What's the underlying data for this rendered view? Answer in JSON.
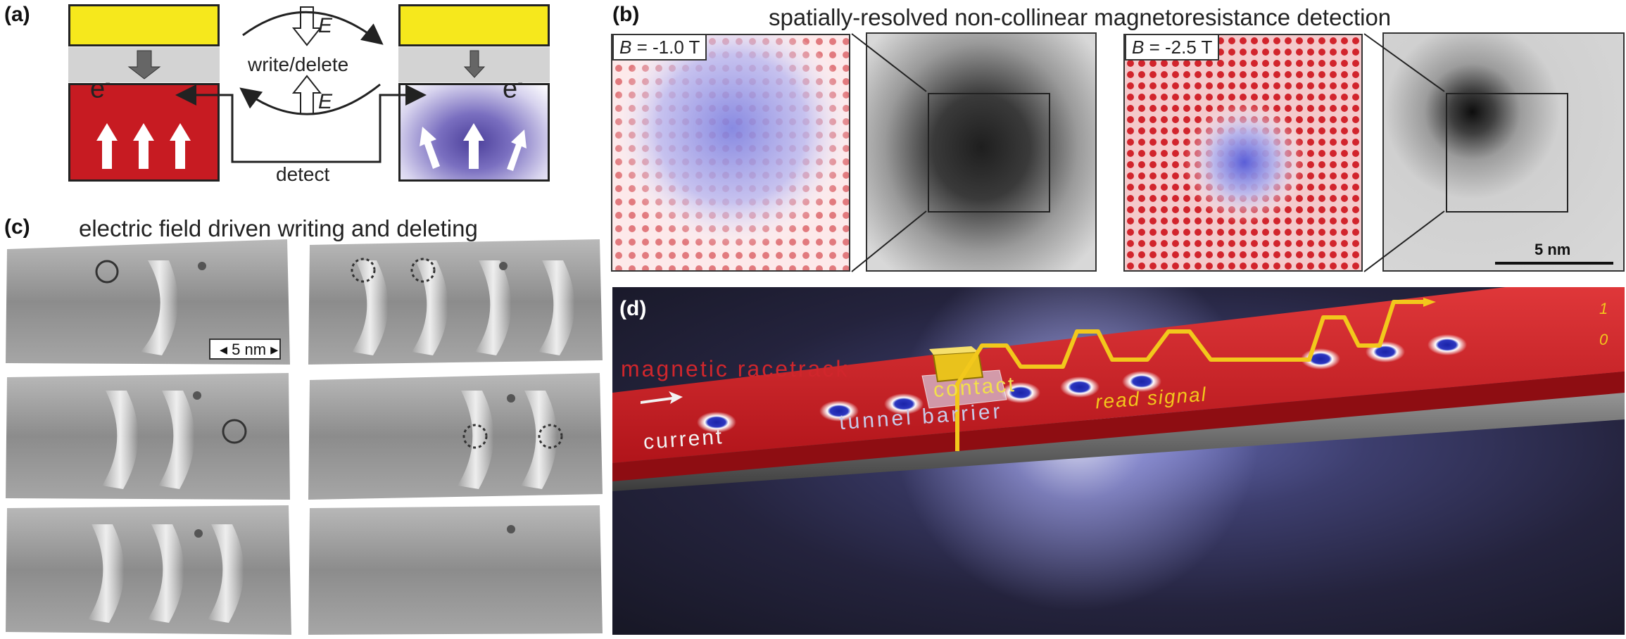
{
  "panel_labels": {
    "a": "(a)",
    "b": "(b)",
    "c": "(c)",
    "d": "(d)"
  },
  "panel_a": {
    "electron_left": "e",
    "electron_right": "e",
    "superscript": "-",
    "write_delete": "write/delete",
    "field_top": "E",
    "field_bottom": "E",
    "detect": "detect"
  },
  "panel_b": {
    "title": "spatially-resolved non-collinear magnetoresistance detection",
    "field_var": "B",
    "field1": " = -1.0 T",
    "field2": " = -2.5 T",
    "scale_bar": "5 nm"
  },
  "panel_c": {
    "title": "electric field driven writing and deleting",
    "scale_bar": "5 nm"
  },
  "panel_d": {
    "racetrack": "magnetic racetrack",
    "contact": "contact",
    "tunnel_barrier": "tunnel barrier",
    "read_signal": "read signal",
    "current": "current",
    "bit_one": "1",
    "bit_zero": "0"
  },
  "colors": {
    "yellow": "#f6e81c",
    "red": "#c71b22",
    "purple": "#4b3f9a",
    "racetrack_red": "#d3191f",
    "signal_yellow": "#f2c81c",
    "background_navy": "#24233d"
  }
}
